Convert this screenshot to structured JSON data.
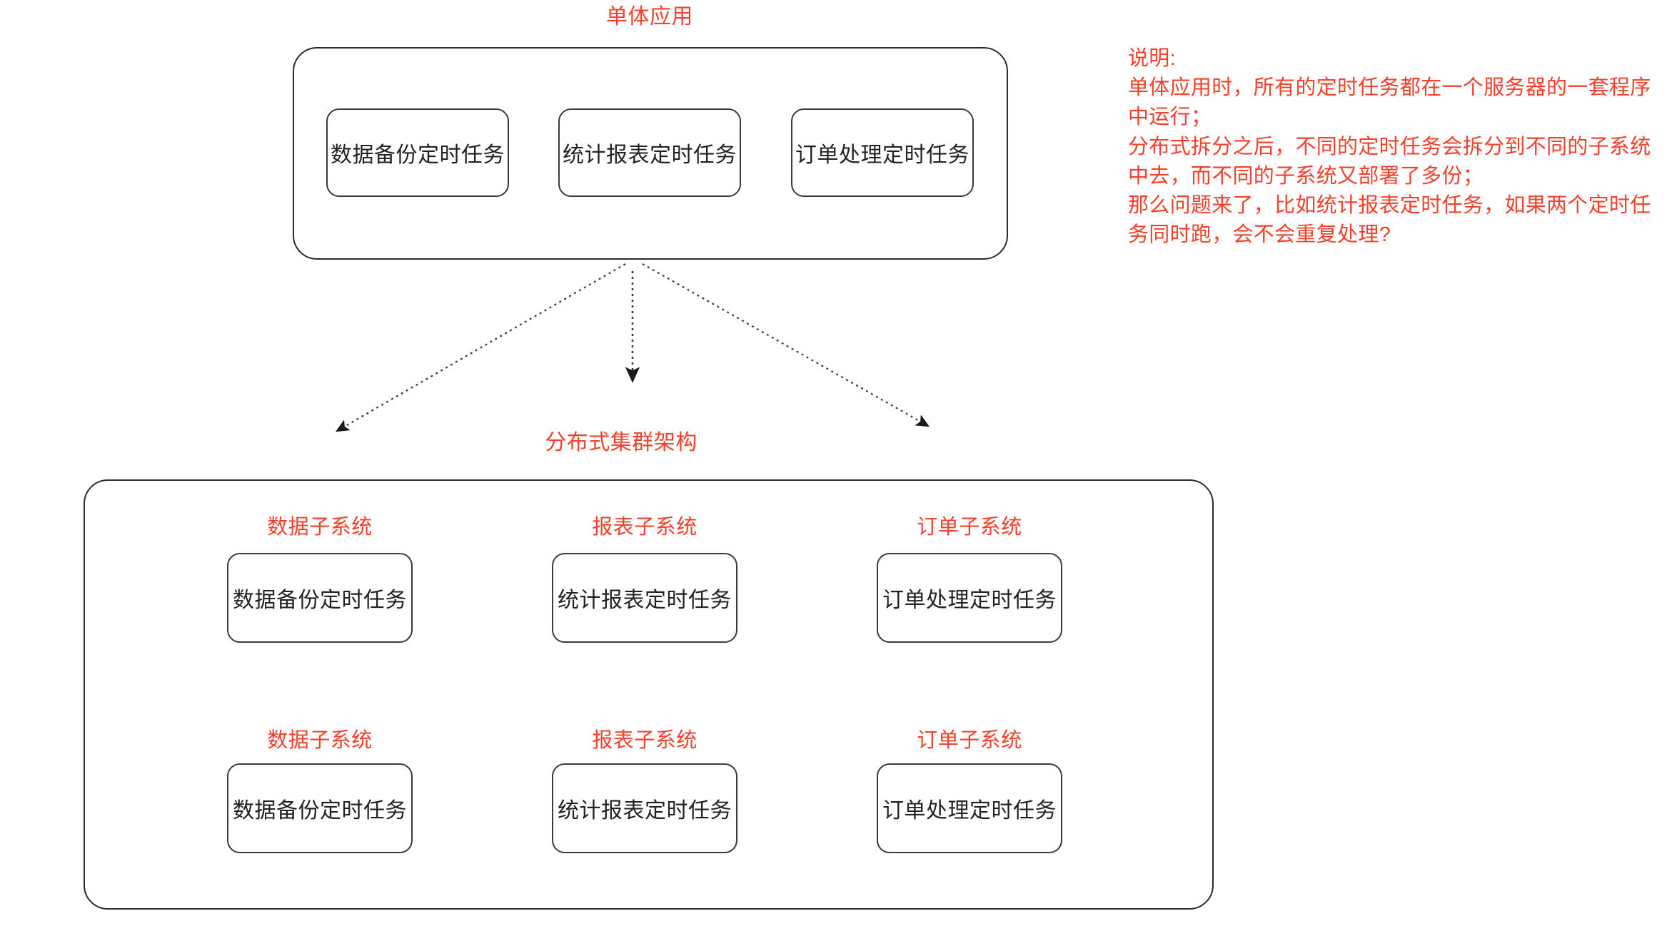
{
  "diagram": {
    "background_color": "#ffffff",
    "accent_color": "#f5402c",
    "line_color": "#2b2b2b"
  },
  "monolith": {
    "title": "单体应用",
    "tasks": [
      {
        "label": "数据备份定时任务"
      },
      {
        "label": "统计报表定时任务"
      },
      {
        "label": "订单处理定时任务"
      }
    ]
  },
  "cluster": {
    "title": "分布式集群架构",
    "rows": [
      {
        "nodes": [
          {
            "subsystem": "数据子系统",
            "task": "数据备份定时任务"
          },
          {
            "subsystem": "报表子系统",
            "task": "统计报表定时任务"
          },
          {
            "subsystem": "订单子系统",
            "task": "订单处理定时任务"
          }
        ]
      },
      {
        "nodes": [
          {
            "subsystem": "数据子系统",
            "task": "数据备份定时任务"
          },
          {
            "subsystem": "报表子系统",
            "task": "统计报表定时任务"
          },
          {
            "subsystem": "订单子系统",
            "task": "订单处理定时任务"
          }
        ]
      }
    ]
  },
  "note": {
    "text": "说明:\n单体应用时，所有的定时任务都在一个服务器的一套程序中运行；\n分布式拆分之后，不同的定时任务会拆分到不同的子系统中去，而不同的子系统又部署了多份；\n那么问题来了，比如统计报表定时任务，如果两个定时任务同时跑，会不会重复处理?"
  }
}
